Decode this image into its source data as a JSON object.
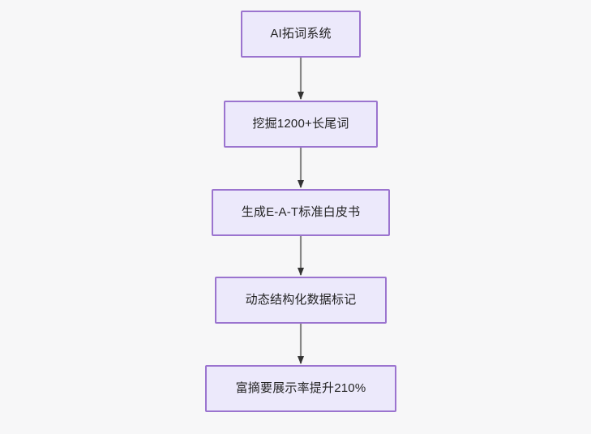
{
  "diagram": {
    "type": "flowchart",
    "direction": "top-to-bottom",
    "background_color": "#f7f7f8",
    "node_fill_color": "#ece9fb",
    "node_border_color": "#9b74cf",
    "node_text_color": "#242424",
    "edge_line_color": "#888888",
    "edge_arrow_color": "#333333",
    "nodes": [
      {
        "id": "n0",
        "label": "AI拓词系统"
      },
      {
        "id": "n1",
        "label": "挖掘1200+长尾词"
      },
      {
        "id": "n2",
        "label": "生成E-A-T标准白皮书"
      },
      {
        "id": "n3",
        "label": "动态结构化数据标记"
      },
      {
        "id": "n4",
        "label": "富摘要展示率提升210%"
      }
    ],
    "edges": [
      {
        "from": "n0",
        "to": "n1",
        "label": ""
      },
      {
        "from": "n1",
        "to": "n2",
        "label": ""
      },
      {
        "from": "n2",
        "to": "n3",
        "label": ""
      },
      {
        "from": "n3",
        "to": "n4",
        "label": ""
      }
    ]
  }
}
